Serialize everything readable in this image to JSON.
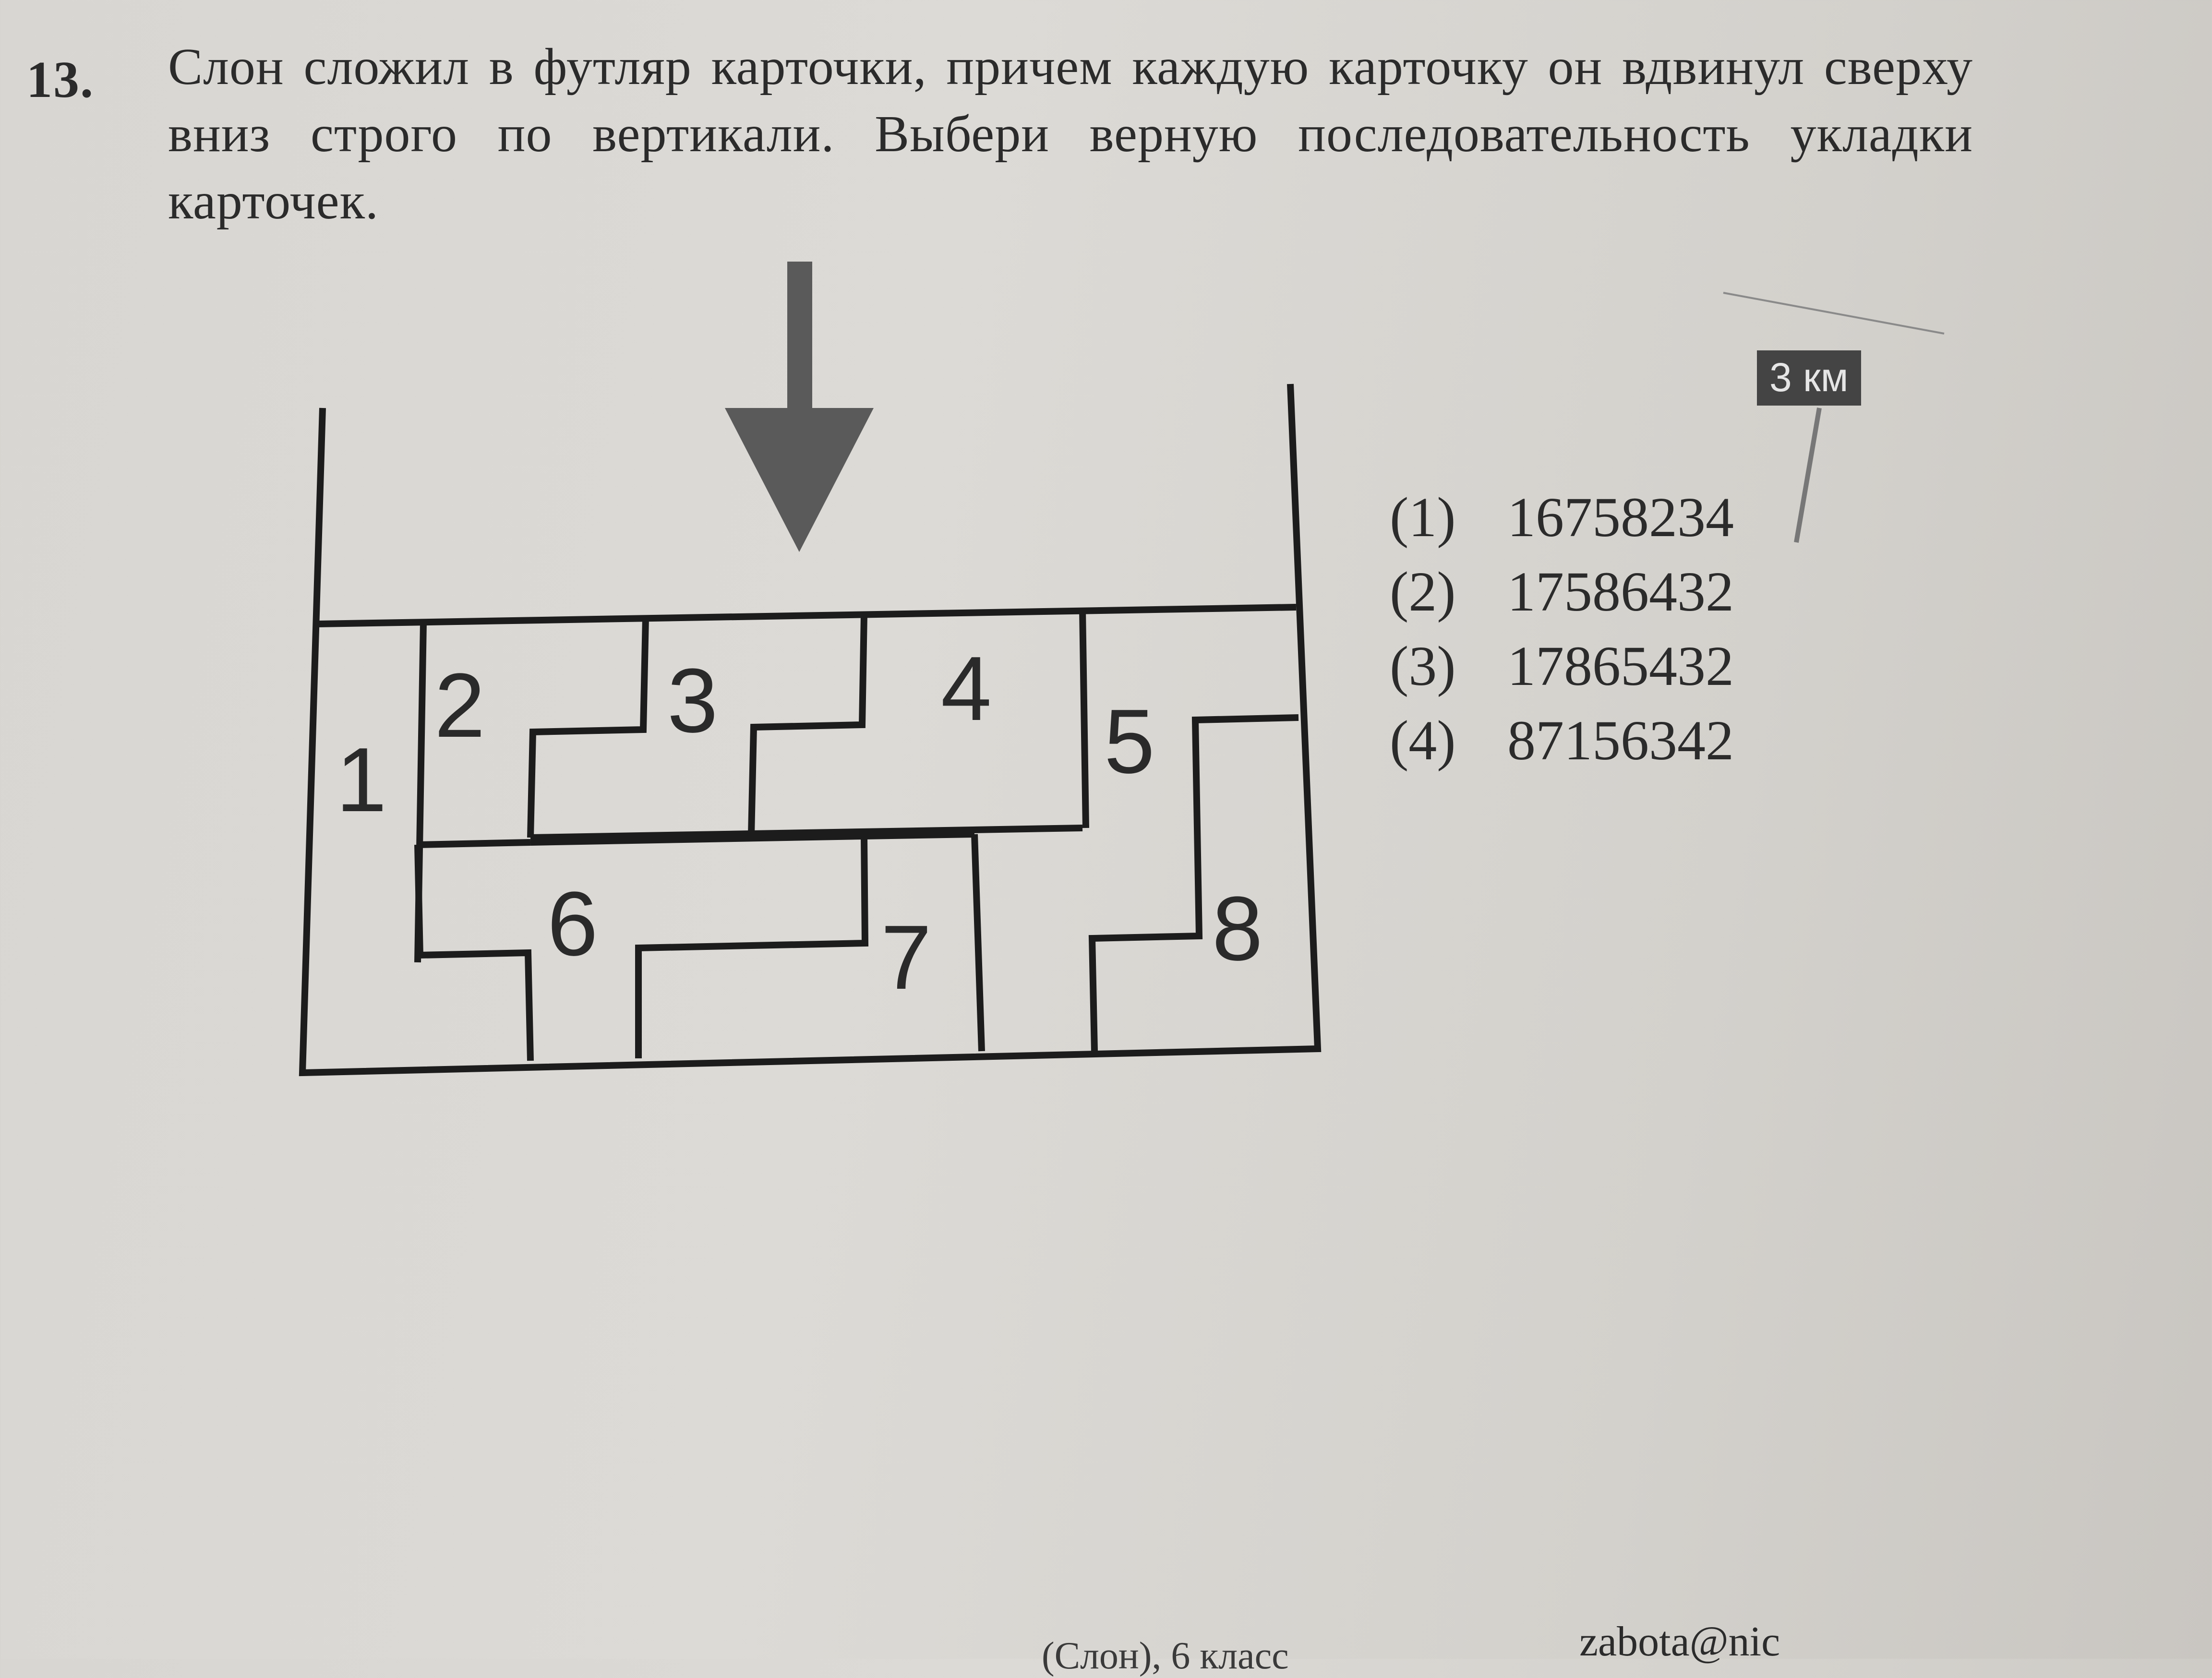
{
  "problem": {
    "number": "13.",
    "text": "Слон сложил в футляр карточки, причем каждую карточку он вдвинул сверху вниз строго по вертикали. Выбери верную последовательность укладки карточек."
  },
  "cards": {
    "labels": [
      "1",
      "2",
      "3",
      "4",
      "5",
      "6",
      "7",
      "8"
    ]
  },
  "answers": [
    {
      "num": "(1)",
      "value": "16758234"
    },
    {
      "num": "(2)",
      "value": "17586432"
    },
    {
      "num": "(3)",
      "value": "17865432"
    },
    {
      "num": "(4)",
      "value": "87156342"
    }
  ],
  "sign": {
    "label": "3 км"
  },
  "footer": {
    "grade": "(Слон), 6 класс",
    "email": "zabota@nic"
  },
  "colors": {
    "line": "#1c1c1c",
    "arrow": "#5a5a5a",
    "sign_bg": "#444444"
  }
}
